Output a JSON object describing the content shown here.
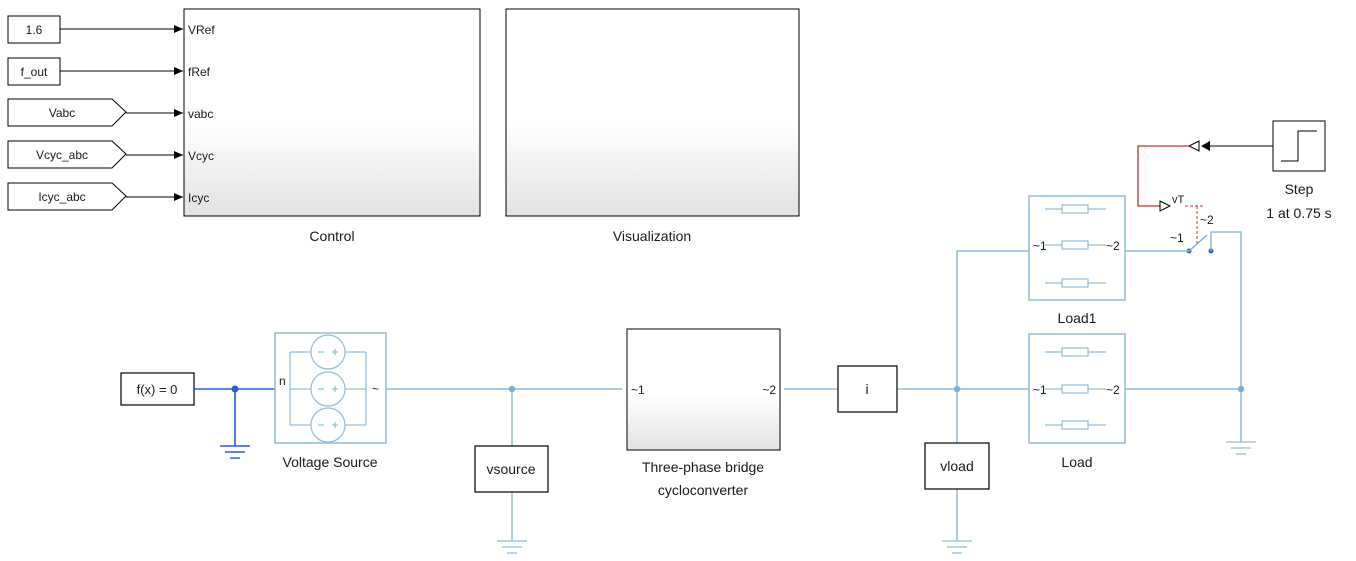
{
  "inputs": {
    "const_vref": "1.6",
    "from_fout": "f_out",
    "goto_vabc": "Vabc",
    "goto_vcyc": "Vcyc_abc",
    "goto_icyc": "Icyc_abc"
  },
  "control": {
    "label": "Control",
    "ports": [
      "VRef",
      "fRef",
      "vabc",
      "Vcyc",
      "Icyc"
    ]
  },
  "visualization": {
    "label": "Visualization"
  },
  "step": {
    "label": "Step",
    "sublabel": "1 at 0.75 s"
  },
  "switch": {
    "port1": "~1",
    "port2": "~2"
  },
  "load1": {
    "label": "Load1",
    "port1": "~1",
    "port2": "~2"
  },
  "load": {
    "label": "Load",
    "port1": "~1",
    "port2": "~2"
  },
  "solver": {
    "label": "f(x) = 0"
  },
  "voltage_source": {
    "label": "Voltage Source",
    "port_n": "n",
    "port_out": "~"
  },
  "vsource": {
    "label": "vsource"
  },
  "cyclo": {
    "label_line1": "Three-phase bridge",
    "label_line2": "cycloconverter",
    "port1": "~1",
    "port2": "~2"
  },
  "current": {
    "label": "i"
  },
  "vload": {
    "label": "vload"
  },
  "colors": {
    "wire_electrical": "#8fbcd8",
    "wire_ground_blue": "#2a5bd7",
    "signal": "#000000",
    "control_wire": "#c0392b",
    "block_border": "#000000",
    "ps_border": "#7ab0d4"
  }
}
